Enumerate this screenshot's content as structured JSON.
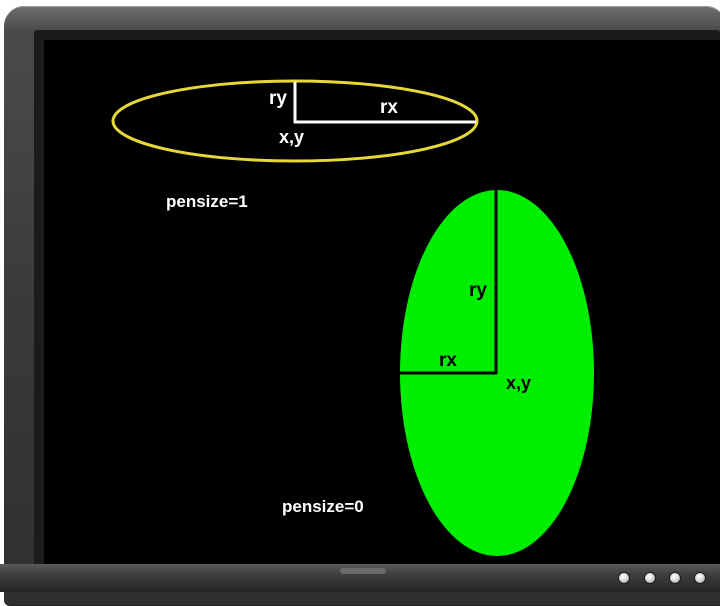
{
  "ellipse_outline": {
    "label_ry": "ry",
    "label_rx": "rx",
    "label_center": "x,y",
    "pensize_label": "pensize=1",
    "stroke_color": "#e7d83a"
  },
  "ellipse_filled": {
    "label_ry": "ry",
    "label_rx": "rx",
    "label_center": "x,y",
    "pensize_label": "pensize=0",
    "fill_color": "#00ee00"
  },
  "screen": {
    "background_color": "#000000"
  },
  "monitor": {
    "buttons": [
      "power-button",
      "menu-button",
      "adjust-button",
      "select-button"
    ]
  }
}
